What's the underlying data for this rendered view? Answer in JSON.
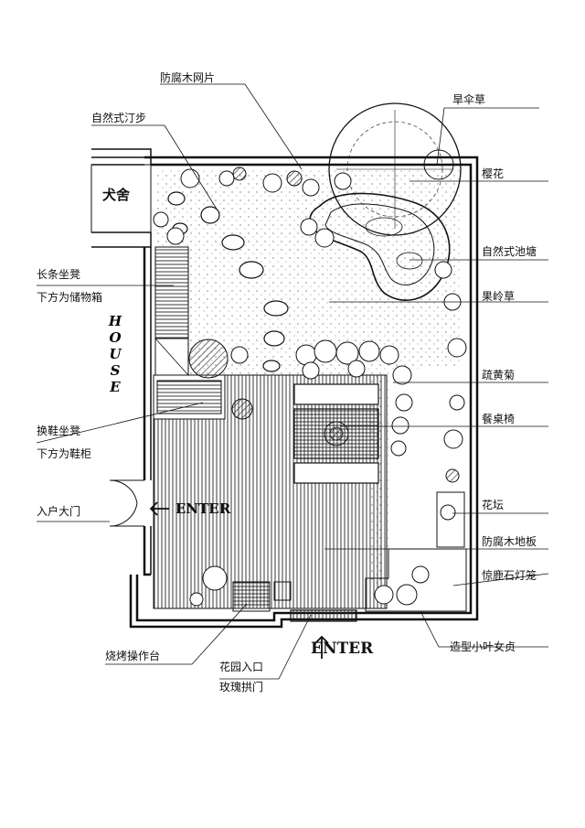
{
  "labels": {
    "fangfumu_wangpian": "防腐木网片",
    "ziranshi_tingbu": "自然式汀步",
    "hansancao": "旱伞草",
    "yinghua": "樱花",
    "quanshe": "犬舍",
    "ziranshi_chitang": "自然式池塘",
    "changtiao_zuodeng": "长条坐凳",
    "xiafang_chuwuxiang": "下方为储物箱",
    "guolingcao": "果岭草",
    "shuhuangju": "疏黄菊",
    "canzhuoyi": "餐桌椅",
    "huanxie_zuodeng": "换鞋坐凳",
    "xiafang_xiegui": "下方为鞋柜",
    "huatan": "花坛",
    "huhu_damen": "入户大门",
    "fangfumu_diban": "防腐木地板",
    "jinglu_shidenglong": "惊鹿石灯笼",
    "xiaoye_nvzhen": "造型小叶女贞",
    "shaokao_caozuotai": "烧烤操作台",
    "huayuan_rukou": "花园入口",
    "meigui_gongmen": "玫瑰拱门"
  },
  "words": {
    "house": "HOUSE",
    "enter_left": "ENTER",
    "enter_bottom": "ENTER"
  },
  "icons": [
    "arrow-left-icon",
    "arrow-up-icon"
  ],
  "colors": {
    "ink": "#111111",
    "paper": "#ffffff"
  }
}
